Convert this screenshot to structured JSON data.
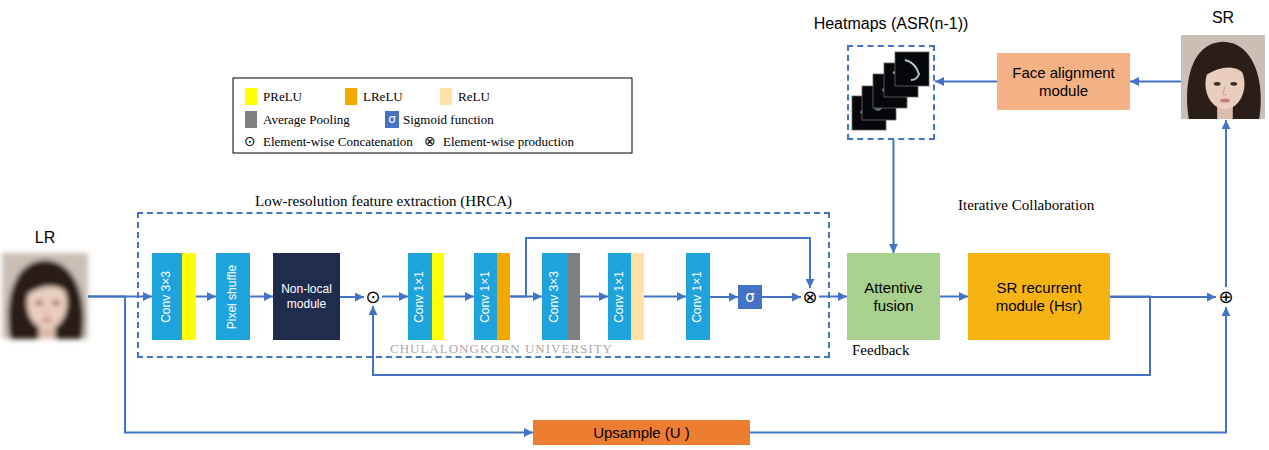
{
  "diagram": {
    "nodes": [
      {
        "text": [
          "LR"
        ]
      },
      {
        "text": [
          "Low-resolution feature extraction (HRCA)"
        ]
      },
      {
        "text": [
          "Conv 3×3"
        ],
        "in": 1
      },
      {
        "text": [
          "Pixel shuffle"
        ],
        "in": 1
      },
      {
        "text": [
          "Non-local module"
        ],
        "in": 1
      },
      {
        "text": [
          "⊙"
        ],
        "in": 1
      },
      {
        "text": [
          "Conv 1×1"
        ],
        "in": 1
      },
      {
        "text": [
          "Conv 1×1"
        ],
        "in": 1
      },
      {
        "text": [
          "Conv 3×3"
        ],
        "in": 1
      },
      {
        "text": [
          "Conv 1×1"
        ],
        "in": 1
      },
      {
        "text": [
          "Conv 1×1"
        ],
        "in": 1
      },
      {
        "text": [
          "σ"
        ],
        "in": 1
      },
      {
        "text": [
          "⊗"
        ],
        "in": 1
      },
      {
        "text": [
          "Heatmaps (ASR(n-1))"
        ]
      },
      {
        "text": [
          "Face alignment module"
        ]
      },
      {
        "text": [
          "SR"
        ]
      },
      {
        "text": [
          "Attentive fusion"
        ]
      },
      {
        "text": [
          "SR recurrent module (Hsr)"
        ]
      },
      {
        "text": [
          "⊕"
        ]
      },
      {
        "text": [
          "Upsample (U )"
        ]
      }
    ],
    "edges": [
      {
        "from": 0,
        "to": 2,
        "arrow": "to"
      },
      {
        "from": 2,
        "to": 3,
        "arrow": "to"
      },
      {
        "from": 3,
        "to": 4,
        "arrow": "to"
      },
      {
        "from": 4,
        "to": 5,
        "arrow": "to"
      },
      {
        "from": 5,
        "to": 6,
        "arrow": "to"
      },
      {
        "from": 6,
        "to": 7,
        "arrow": "to"
      },
      {
        "from": 7,
        "to": 8,
        "arrow": "to"
      },
      {
        "from": 8,
        "to": 9,
        "arrow": "to"
      },
      {
        "from": 9,
        "to": 10,
        "arrow": "to"
      },
      {
        "from": 10,
        "to": 11,
        "arrow": "to"
      },
      {
        "from": 11,
        "to": 12,
        "arrow": "to"
      },
      {
        "from": 7,
        "to": 12,
        "arrow": "to"
      },
      {
        "from": 12,
        "to": 16,
        "arrow": "to"
      },
      {
        "from": 13,
        "to": 16,
        "arrow": "to"
      },
      {
        "from": 16,
        "to": 17,
        "arrow": "to"
      },
      {
        "from": 17,
        "to": 18,
        "arrow": "to"
      },
      {
        "from": 17,
        "to": 5,
        "arrow": "to"
      },
      {
        "from": 0,
        "to": 19,
        "arrow": "to"
      },
      {
        "from": 19,
        "to": 18,
        "arrow": "to"
      },
      {
        "from": 18,
        "to": 15,
        "arrow": "to"
      },
      {
        "from": 15,
        "to": 14,
        "arrow": "to"
      },
      {
        "from": 14,
        "to": 13,
        "arrow": "to"
      }
    ],
    "labels": [
      "σ",
      "⊙",
      "⊗",
      "Iterative Collaboration",
      "Feedback",
      "CHULALONGKORN UNIVERSITY"
    ],
    "legend": [
      {
        "text": "PReLU",
        "color": "#ffff00"
      },
      {
        "text": "LReLU",
        "color": "#f5a800"
      },
      {
        "text": "ReLU",
        "color": "#ffe0a6"
      },
      {
        "text": "Average Pooling",
        "color": "#7f7f7f"
      },
      {
        "text": "Sigmoid function",
        "color": "#4472c4"
      },
      {
        "text": "Element-wise Concatenation"
      },
      {
        "text": "Element-wise production"
      }
    ]
  }
}
